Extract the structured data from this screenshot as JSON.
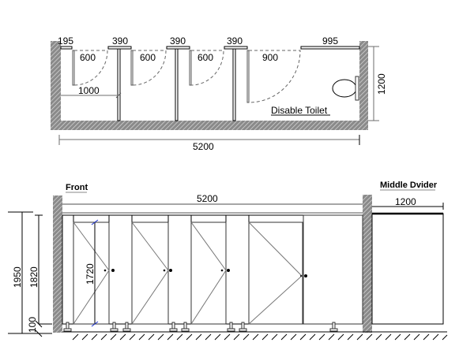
{
  "plan": {
    "dims": {
      "end_panel": "195",
      "pilaster_1": "390",
      "pilaster_2": "390",
      "pilaster_3": "390",
      "disabled_return": "995",
      "door_1": "600",
      "door_2": "600",
      "door_3": "600",
      "door_4": "900",
      "depth_1000": "1000",
      "overall_width": "5200",
      "overall_depth": "1200"
    },
    "room_label": "Disable Toilet"
  },
  "elevation": {
    "front_title": "Front",
    "divider_title": "Middle Dvider",
    "dims": {
      "overall_width": "5200",
      "divider_width": "1200",
      "total_height": "1950",
      "panel_height": "1820",
      "door_height": "1720",
      "leg_height": "100"
    }
  },
  "colors": {
    "line": "#000000",
    "wall_hatch_bg": "#888888",
    "wall_hatch_line": "#d8d8d8",
    "door_swing": "#555555",
    "dim_line": "#6e6e6e",
    "blue_tick": "#1a2fd0"
  }
}
